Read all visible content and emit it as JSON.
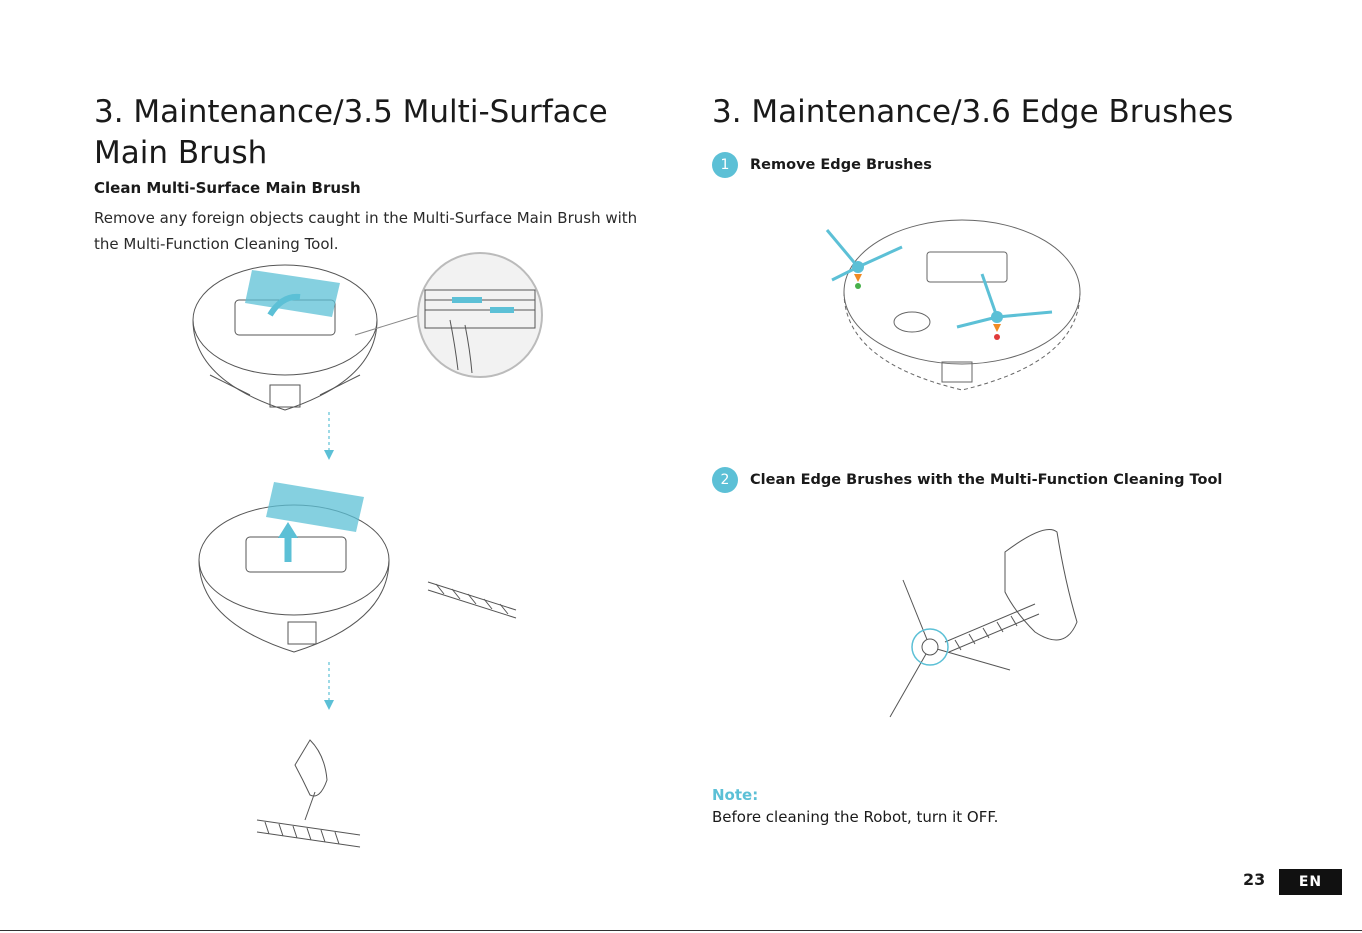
{
  "left": {
    "title": "3. Maintenance/3.5 Multi-Surface Main Brush",
    "subheading": "Clean Multi-Surface Main Brush",
    "body": "Remove any foreign objects caught in the Multi-Surface Main Brush with the Multi-Function Cleaning Tool."
  },
  "right": {
    "title": "3. Maintenance/3.6 Edge Brushes",
    "steps": [
      {
        "num": "1",
        "label": "Remove Edge Brushes"
      },
      {
        "num": "2",
        "label": "Clean Edge Brushes with the Multi-Function Cleaning Tool"
      }
    ],
    "note_label": "Note:",
    "note_text": "Before cleaning the Robot, turn it OFF."
  },
  "footer": {
    "page_number": "23",
    "language": "EN"
  },
  "colors": {
    "accent": "#5cc0d6",
    "text": "#1a1a1a",
    "badge": "#111111"
  }
}
